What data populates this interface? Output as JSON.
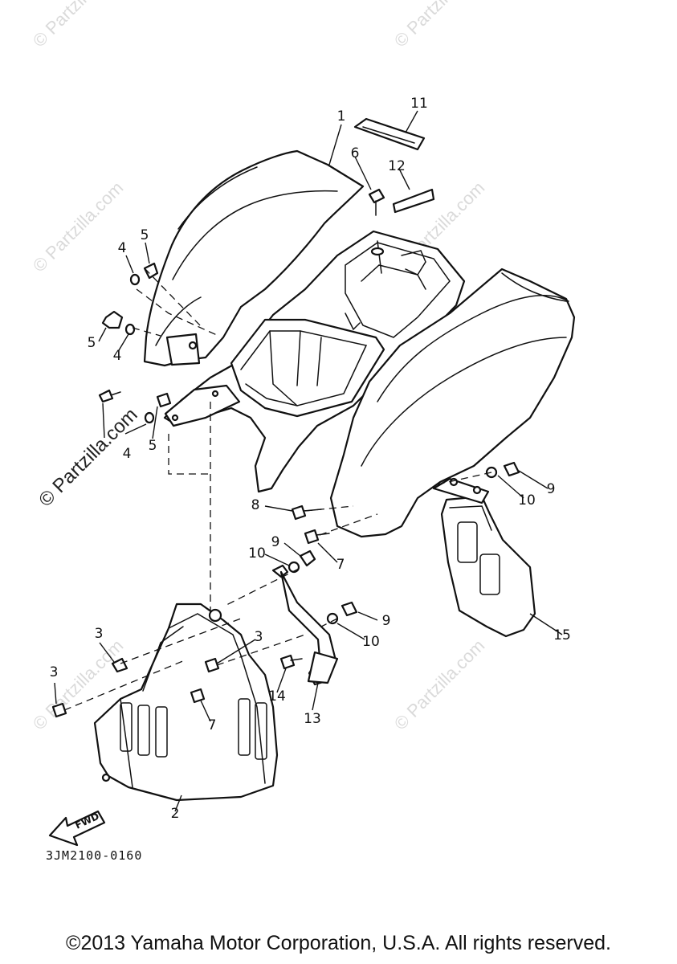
{
  "watermark": {
    "text": "© Partzilla.com",
    "accent_color": "#bdbdbd"
  },
  "callouts": {
    "c1": "1",
    "c2": "2",
    "c3a": "3",
    "c3b": "3",
    "c3c": "3",
    "c4a": "4",
    "c4b": "4",
    "c4c": "4",
    "c5a": "5",
    "c5b": "5",
    "c5c": "5",
    "c6": "6",
    "c7a": "7",
    "c7b": "7",
    "c8": "8",
    "c9a": "9",
    "c9b": "9",
    "c9c": "9",
    "c10a": "10",
    "c10b": "10",
    "c10c": "10",
    "c11": "11",
    "c12": "12",
    "c13": "13",
    "c14": "14",
    "c15": "15"
  },
  "fwd_label": "FWD",
  "diagram_code": "3JM2100-0160",
  "copyright": "©2013 Yamaha Motor Corporation, U.S.A. All rights reserved."
}
